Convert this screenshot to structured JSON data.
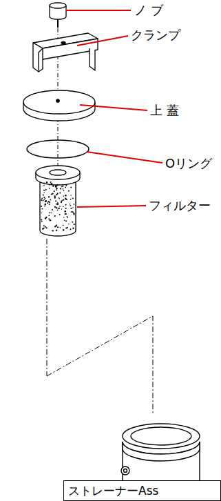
{
  "diagram": {
    "nodes": [
      {
        "text": [
          "ストレーナーAss"
        ]
      }
    ],
    "labels": [
      "ノ ブ",
      "クランプ",
      "上 蓋",
      "Oリング",
      "フィルター"
    ]
  }
}
